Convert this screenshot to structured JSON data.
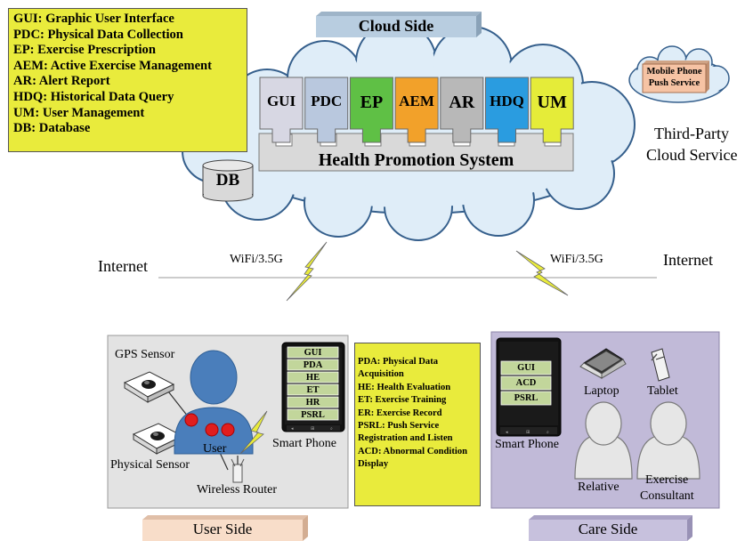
{
  "legend_cloud": [
    "GUI: Graphic User Interface",
    "PDC: Physical Data Collection",
    "EP: Exercise Prescription",
    "AEM: Active Exercise Management",
    "AR: Alert Report",
    "HDQ: Historical Data Query",
    "UM: User Management",
    "DB: Database"
  ],
  "legend_phone": [
    "PDA: Physical Data Acquisition",
    "HE: Health Evaluation",
    "ET: Exercise Training",
    "ER: Exercise Record",
    "PSRL: Push Service Registration and Listen",
    "ACD: Abnormal Condition Display"
  ],
  "cloud_side_title": "Cloud Side",
  "modules": [
    {
      "label": "GUI",
      "color": "#d7d7e3"
    },
    {
      "label": "PDC",
      "color": "#b9c8de"
    },
    {
      "label": "EP",
      "color": "#5fc045"
    },
    {
      "label": "AEM",
      "color": "#f2a12a"
    },
    {
      "label": "AR",
      "color": "#b8b8b8"
    },
    {
      "label": "HDQ",
      "color": "#2a9ce0"
    },
    {
      "label": "UM",
      "color": "#e5ec39"
    }
  ],
  "health_promotion_system": "Health Promotion System",
  "db_label": "DB",
  "third_party": {
    "box": "Mobile Phone Push Service",
    "line1": "Third-Party",
    "line2": "Cloud Service"
  },
  "network": {
    "internet_left": "Internet",
    "internet_right": "Internet",
    "wifi_left": "WiFi/3.5G",
    "wifi_right": "WiFi/3.5G"
  },
  "user_side": {
    "gps_sensor": "GPS Sensor",
    "physical_sensor": "Physical Sensor",
    "user": "User",
    "wireless_router": "Wireless Router",
    "smart_phone": "Smart Phone",
    "phone_items": [
      "GUI",
      "PDA",
      "HE",
      "ET",
      "HR",
      "PSRL"
    ],
    "title": "User Side"
  },
  "care_side": {
    "smart_phone": "Smart Phone",
    "phone_items": [
      "GUI",
      "ACD",
      "PSRL"
    ],
    "laptop": "Laptop",
    "tablet": "Tablet",
    "relative": "Relative",
    "consultant_line1": "Exercise",
    "consultant_line2": "Consultant",
    "title": "Care Side"
  },
  "colors": {
    "legend_yellow": "#e9eb3c",
    "cloud_side_tab": "#b8cde0",
    "user_side_tab": "#f8ddc9",
    "care_side_tab": "#c7c1dd",
    "user_side_bg": "#e3e3e3",
    "care_side_bg": "#c1bad8",
    "phone_item": "#c2d69b",
    "lightning": "#e9eb3c"
  }
}
